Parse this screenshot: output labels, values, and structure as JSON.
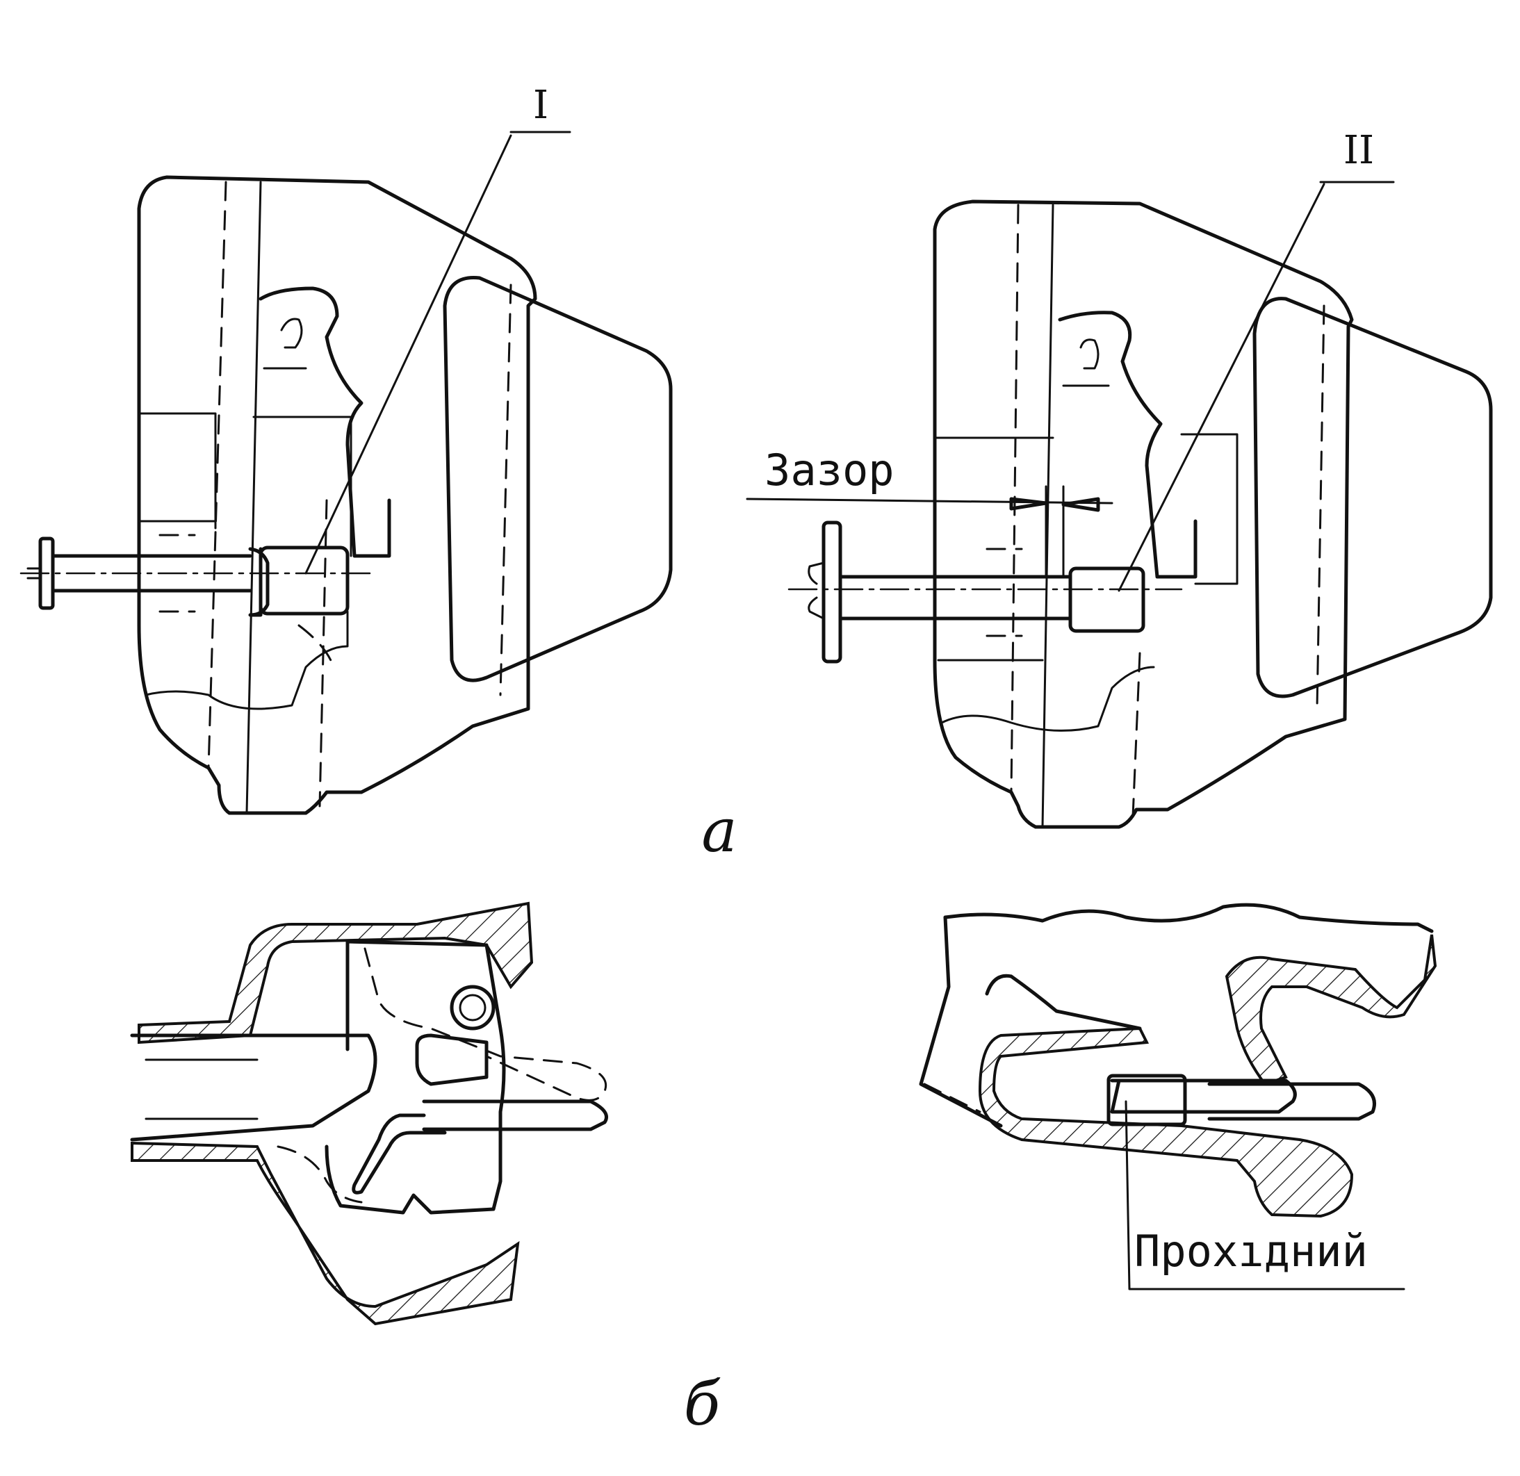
{
  "labels": {
    "callout_1": "I",
    "callout_2": "II",
    "gap": "Зазор",
    "pass": "Прохıдний",
    "panel_a": "а",
    "panel_b": "б"
  }
}
